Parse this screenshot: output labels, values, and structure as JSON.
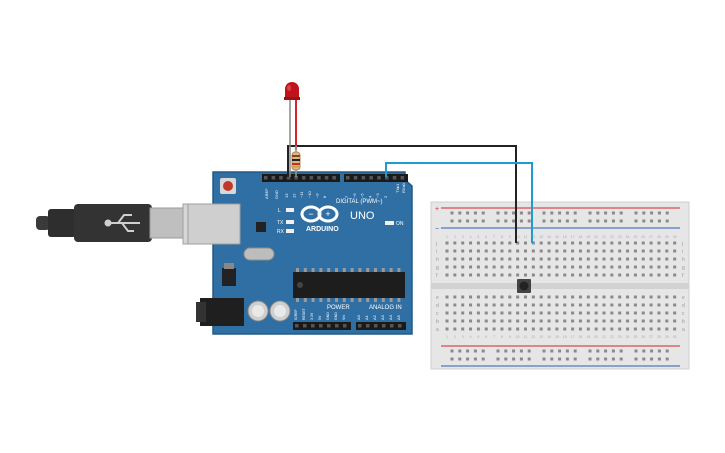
{
  "board": {
    "brand_text": "ARDUINO",
    "model_text": "UNO",
    "on_label": "ON",
    "digital_label": "DIGITAL (PWM~)",
    "analog_label": "ANALOG IN",
    "power_label": "POWER",
    "aref_label": "AREF",
    "gnd_label": "GND",
    "l_label": "L",
    "tx_label": "TX",
    "rx_label": "RX",
    "tx_pin_label": "TX▸1",
    "rx_pin_label": "RX◂0",
    "digital_pins": [
      "13",
      "12",
      "~11",
      "~10",
      "~9",
      "8",
      "7",
      "~6",
      "~5",
      "4",
      "~3",
      "2"
    ],
    "power_pins": [
      "IOREF",
      "RESET",
      "3.3V",
      "5V",
      "GND",
      "GND",
      "Vin"
    ],
    "analog_pins": [
      "A0",
      "A1",
      "A2",
      "A3",
      "A4",
      "A5"
    ]
  },
  "breadboard": {
    "row_letters_top": [
      "j",
      "i",
      "h",
      "g",
      "f"
    ],
    "row_letters_bottom": [
      "e",
      "d",
      "c",
      "b",
      "a"
    ],
    "plus_sign": "+",
    "minus_sign": "−",
    "column_numbers": [
      "1",
      "2",
      "3",
      "4",
      "5",
      "6",
      "7",
      "8",
      "9",
      "10",
      "11",
      "12",
      "13",
      "14",
      "15",
      "16",
      "17",
      "18",
      "19",
      "20",
      "21",
      "22",
      "23",
      "24",
      "25",
      "26",
      "27",
      "28",
      "29",
      "30"
    ]
  },
  "colors": {
    "board": "#2f6fa3",
    "board_dark": "#245a86",
    "wire_black": "#222222",
    "wire_blue": "#1e9bd0",
    "led_red": "#c0141a",
    "rail_red": "#d8232a",
    "rail_blue": "#2a5db0"
  }
}
